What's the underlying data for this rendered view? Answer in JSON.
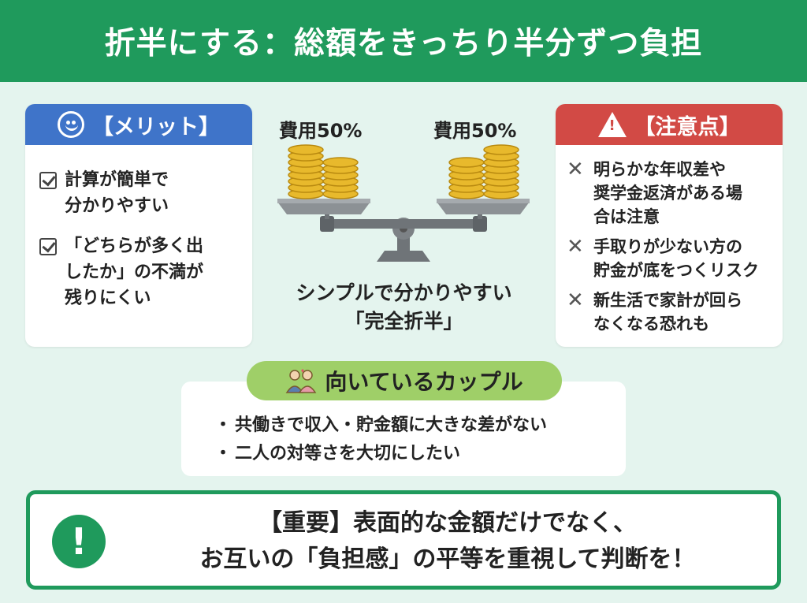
{
  "header": {
    "title": "折半にする：総額をきっちり半分ずつ負担"
  },
  "merit": {
    "title": "【メリット】",
    "icon": "smile-icon",
    "items": [
      {
        "text": "計算が簡単で\n分かりやすい"
      },
      {
        "text": "「どちらが多く出\nしたか」の不満が\n残りにくい"
      }
    ]
  },
  "scale": {
    "left_label": "費用50%",
    "right_label": "費用50%",
    "caption": "シンプルで分かりやすい\n「完全折半」"
  },
  "caution": {
    "title": "【注意点】",
    "icon": "warning-icon",
    "items": [
      {
        "text": "明らかな年収差や\n奨学金返済がある場\n合は注意"
      },
      {
        "text": "手取りが少ない方の\n貯金が底をつくリスク"
      },
      {
        "text": "新生活で家計が回ら\nなくなる恐れも"
      }
    ]
  },
  "couple": {
    "title": "向いているカップル",
    "items": [
      {
        "bullet": "・",
        "text": "共働きで収入・貯金額に大きな差がない"
      },
      {
        "bullet": "・",
        "text": "二人の対等さを大切にしたい"
      }
    ]
  },
  "important": {
    "icon_char": "!",
    "text": "【重要】表面的な金額だけでなく、\nお互いの「負担感」の平等を重視して判断を！"
  },
  "colors": {
    "green": "#1f9a5c",
    "blue": "#3f74c9",
    "red": "#d24a45",
    "light_green": "#9fcf68",
    "background": "#e4f4ee",
    "coin": "#e8b92c"
  }
}
